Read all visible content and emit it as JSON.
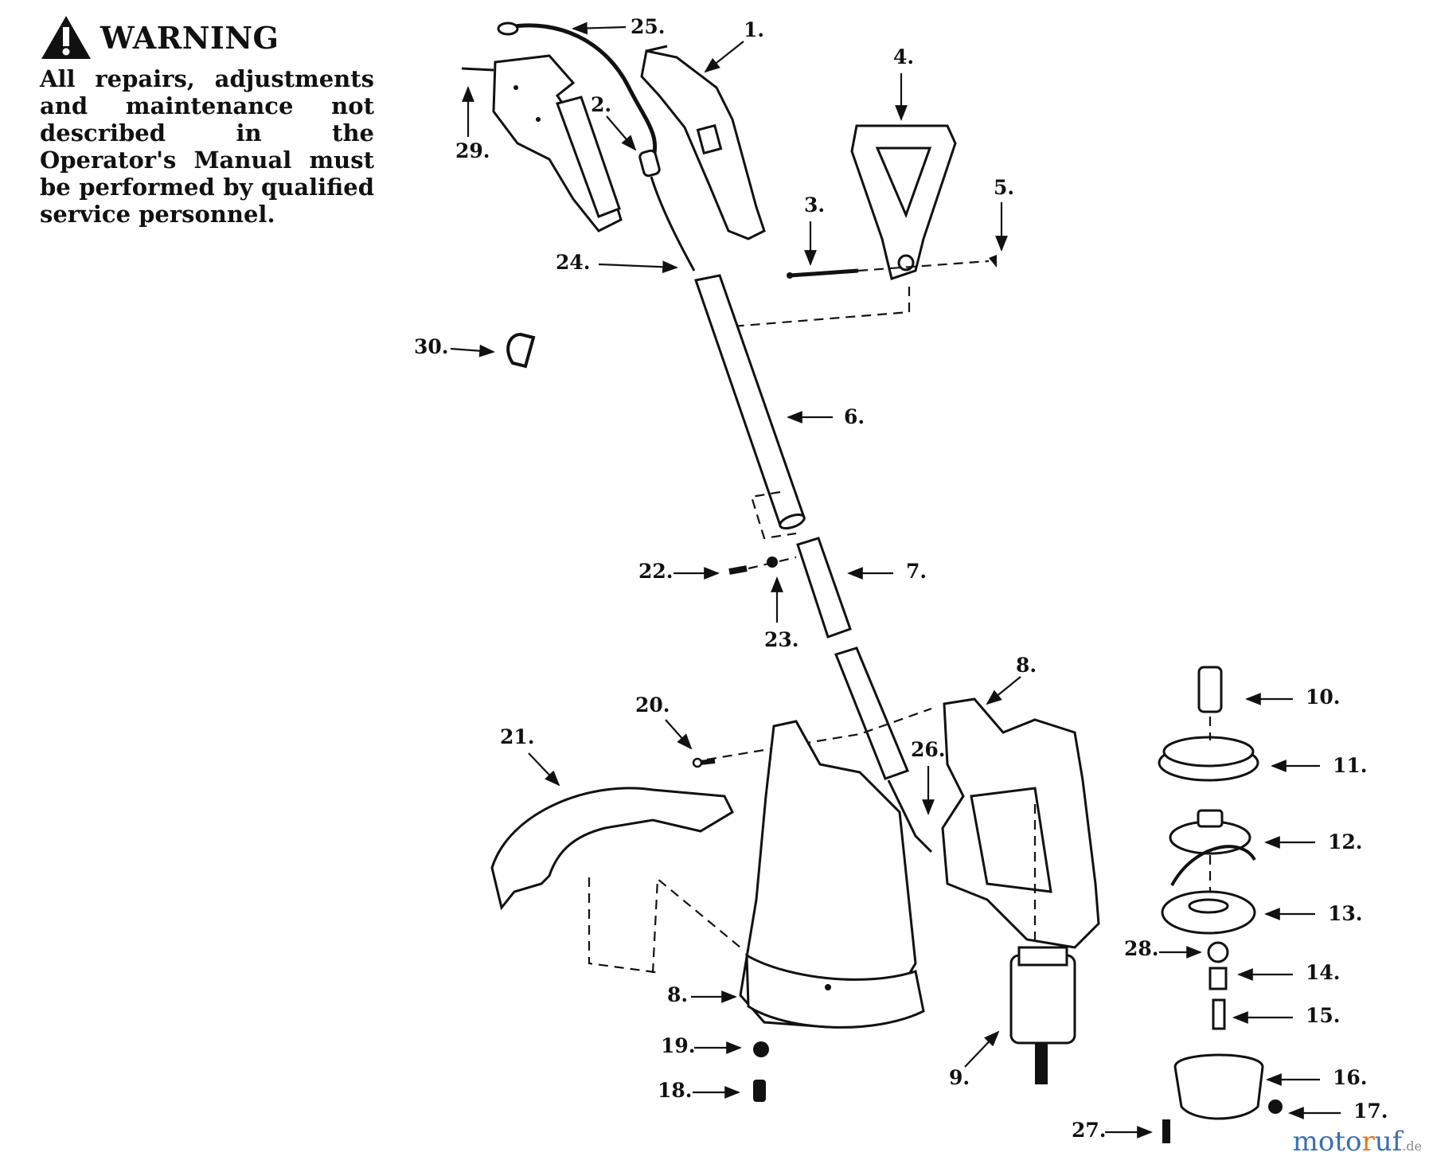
{
  "warning": {
    "title": "WARNING",
    "text": "All repairs, adjustments and maintenance not described in the Operator's Manual must be performed by qualified service personnel."
  },
  "callouts": {
    "c1": "1.",
    "c2": "2.",
    "c3": "3.",
    "c4": "4.",
    "c5": "5.",
    "c6": "6.",
    "c7": "7.",
    "c8a": "8.",
    "c8b": "8.",
    "c9": "9.",
    "c10": "10.",
    "c11": "11.",
    "c12": "12.",
    "c13": "13.",
    "c14": "14.",
    "c15": "15.",
    "c16": "16.",
    "c17": "17.",
    "c18": "18.",
    "c19": "19.",
    "c20": "20.",
    "c21": "21.",
    "c22": "22.",
    "c23": "23.",
    "c24": "24.",
    "c25": "25.",
    "c26": "26.",
    "c27": "27.",
    "c28": "28.",
    "c29": "29.",
    "c30": "30."
  },
  "watermark": {
    "part_a": "moto",
    "part_b": "r",
    "part_c": "uf",
    "part_d": ".de"
  },
  "colors": {
    "ink": "#111111",
    "watermark_blue": "#3a6fb0",
    "watermark_orange": "#e07a1a"
  }
}
